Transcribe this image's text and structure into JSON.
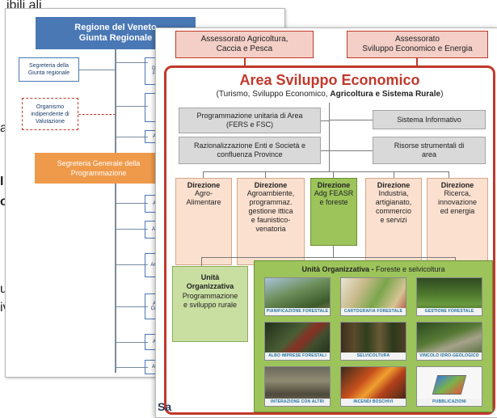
{
  "back_text": {
    "top": "ibili ali",
    "left_frags": [
      "a",
      "I",
      "ol",
      "u",
      "iv"
    ]
  },
  "org_chart": {
    "regione": "Regione del Veneto\nGiunta Regionale",
    "segreteria_giunta": "Segreteria della\nGiunta regionale",
    "organismo": "Organismo\nindipendente di\nValutazione",
    "segreteria_generale": "Segreteria Generale della\nProgrammazione",
    "right_frags": [
      "Di\nP",
      "A",
      "A",
      "Ar",
      "Are",
      "A\nCul",
      "A",
      "Ar"
    ]
  },
  "front": {
    "assessorato_1": "Assessorato Agricoltura,\nCaccia e Pesca",
    "assessorato_2": "Assessorato\nSviluppo Economico e Energia",
    "area_title": "Area Sviluppo Economico",
    "area_subtitle_pre": "(Turismo, Sviluppo Economico, ",
    "area_subtitle_bold": "Agricoltura e Sistema Rurale",
    "area_subtitle_post": ")",
    "prog_unitaria": "Programmazione unitaria di Area\n(FERS e FSC)",
    "sistema_informativo": "Sistema Informativo",
    "razionalizzazione": "Razionalizzazione Enti e Società e\nconfluenza Province",
    "risorse": "Risorse strumentali di\narea",
    "direzioni": [
      {
        "head": "Direzione",
        "body": "Agro-\nAlimentare",
        "highlight": false
      },
      {
        "head": "Direzione",
        "body": "Agroambiente,\nprogrammaz.\ngestione ittica\ne faunistico-\nvenatoria",
        "highlight": false
      },
      {
        "head": "Direzione",
        "body": "Adg FEASR\ne foreste",
        "highlight": true
      },
      {
        "head": "Direzione",
        "body": "Industria,\nartigianato,\ncommercio\ne servizi",
        "highlight": false
      },
      {
        "head": "Direzione",
        "body": "Ricerca,\ninnovazione\ned energia",
        "highlight": false
      }
    ],
    "unita_left_head": "Unità\nOrganizzativa",
    "unita_left_body": "Programmazione\ne sviluppo rurale",
    "unita_right_title_bold": "Unità Organizzativa -",
    "unita_right_title_rest": " Foreste e selvicoltura",
    "photos": [
      "PIANIFICAZIONE FORESTALE",
      "CARTOGRAFIA FORESTALE",
      "GESTIONE FORESTALE",
      "ALBO IMPRESE FORESTALI",
      "SELVICOLTURA",
      "VINCOLO IDRO-GEOLOGICO",
      "INTERAZIONE CON ALTRI SETTORI",
      "INCENDI BOSCHIVI",
      "PUBBLICAZIONI"
    ],
    "footer_frag": "Sa"
  },
  "colors": {
    "salmon": "#f3cfc7",
    "red": "#c0392b",
    "peach": "#fbe0cf",
    "green_light": "#c9dfa2",
    "green_mid": "#9cc45b",
    "gray_box": "#d9d9d9",
    "blue_header": "#4a78b5",
    "orange": "#ef9a4a"
  }
}
